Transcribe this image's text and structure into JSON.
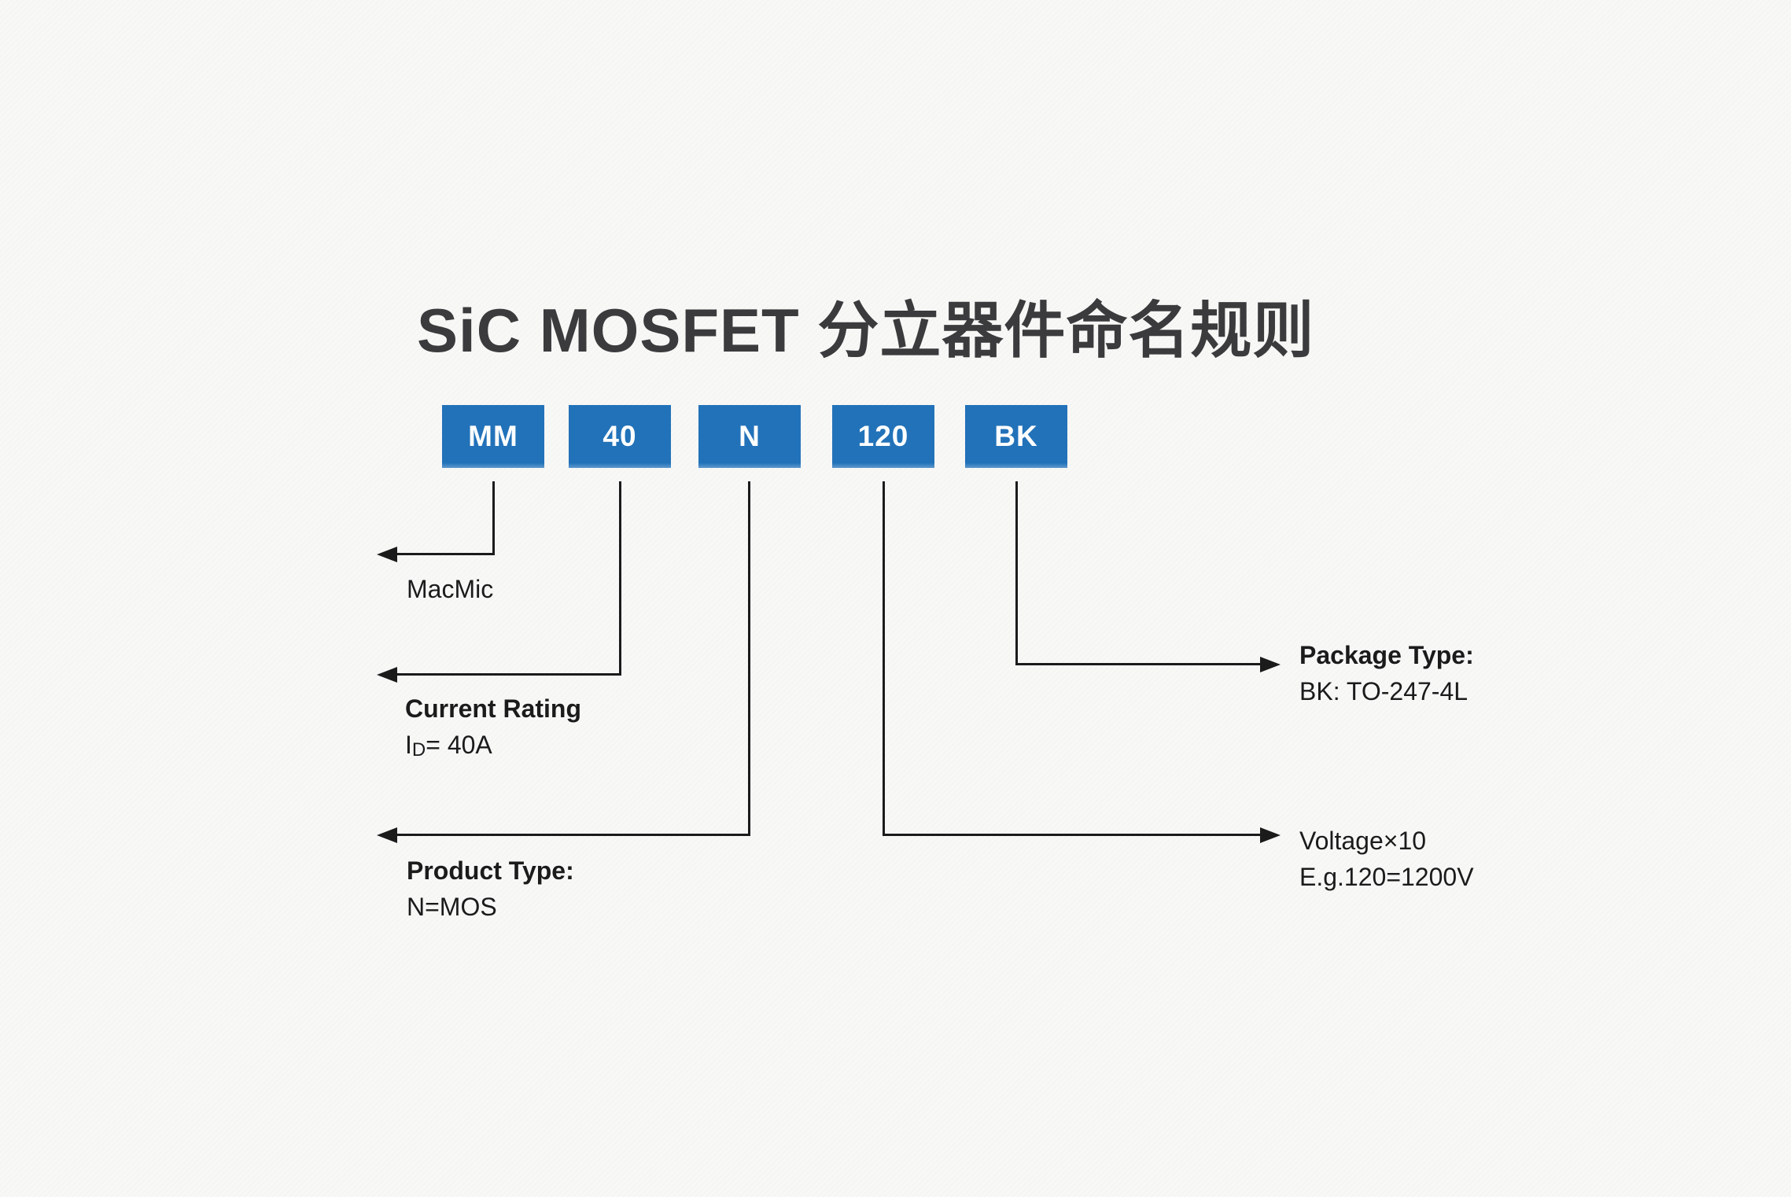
{
  "title": "SiC MOSFET 分立器件命名规则",
  "colors": {
    "background": "#f8f8f7",
    "box-fill": "#2272b9",
    "box-text": "#ffffff",
    "line": "#1b1b1b",
    "title-text": "#3b3b3d",
    "body-text": "#1b1b1b"
  },
  "code_boxes": [
    {
      "label": "MM"
    },
    {
      "label": "40"
    },
    {
      "label": "N"
    },
    {
      "label": "120"
    },
    {
      "label": "BK"
    }
  ],
  "annotations": {
    "manufacturer": {
      "text": "MacMic"
    },
    "current_rating": {
      "title": "Current Rating",
      "value_prefix": "I",
      "value_sub": "D",
      "value_rest": "= 40A"
    },
    "product_type": {
      "title": "Product Type:",
      "value": "N=MOS"
    },
    "voltage": {
      "title": "Voltage×10",
      "value": "E.g.120=1200V"
    },
    "package_type": {
      "title": "Package Type:",
      "value": "BK: TO-247-4L"
    }
  }
}
